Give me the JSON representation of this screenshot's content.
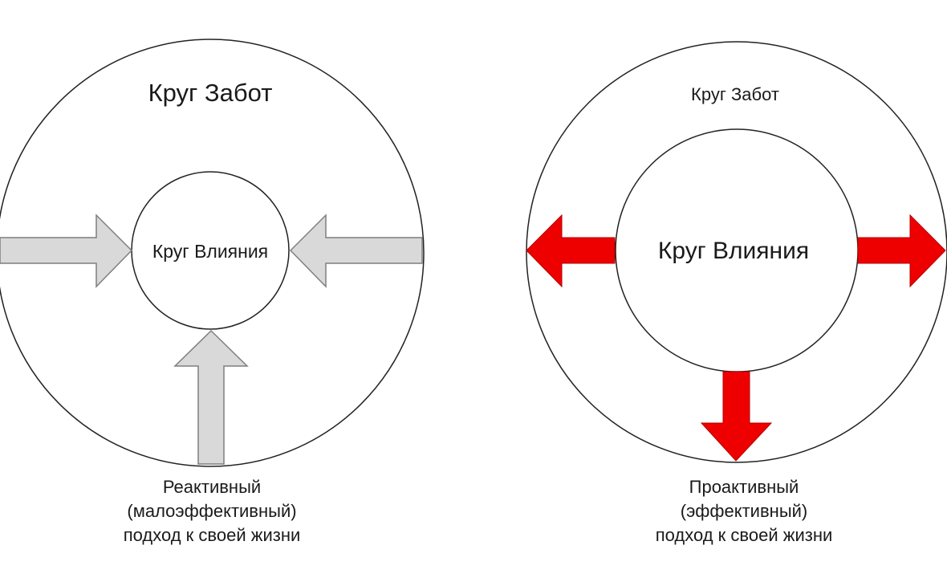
{
  "colors": {
    "reactive_arrow_fill": "#d9d9d9",
    "reactive_arrow_stroke": "#7f7f7f",
    "proactive_arrow_fill": "#ee0000",
    "proactive_arrow_stroke": "#b30000",
    "circle_stroke": "#222222"
  },
  "left": {
    "outer_label": "Круг Забот",
    "inner_label": "Круг Влияния",
    "arrow_direction": "inward",
    "caption": [
      "Реактивный",
      "(малоэффективный)",
      "подход к своей жизни"
    ]
  },
  "right": {
    "outer_label": "Круг Забот",
    "inner_label": "Круг Влияния",
    "arrow_direction": "outward",
    "caption": [
      "Проактивный",
      "(эффективный)",
      "подход к своей жизни"
    ]
  }
}
